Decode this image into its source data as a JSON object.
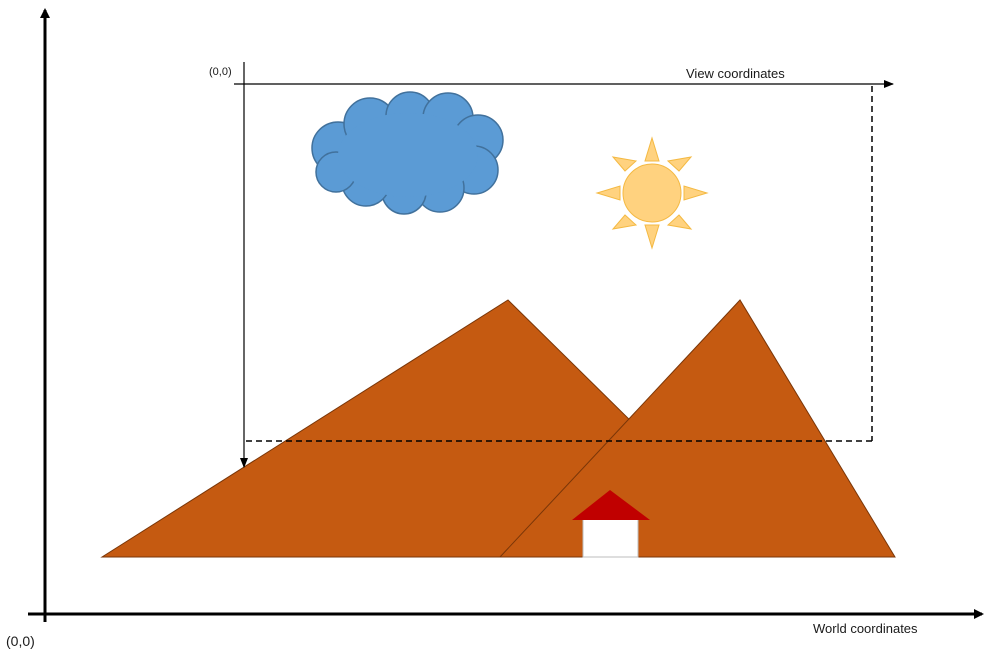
{
  "labels": {
    "world_origin": "(0,0)",
    "world_axis": "World coordinates",
    "view_origin": "(0,0)",
    "view_axis": "View coordinates"
  },
  "colors": {
    "mountain": "#c55a11",
    "cloud": "#5b9bd5",
    "sun": "#ffd27f",
    "roof": "#c00000",
    "house_wall": "#ffffff",
    "axis": "#000000"
  },
  "icons": {
    "cloud": "cloud-icon",
    "sun": "sun-icon",
    "house": "house-icon"
  }
}
